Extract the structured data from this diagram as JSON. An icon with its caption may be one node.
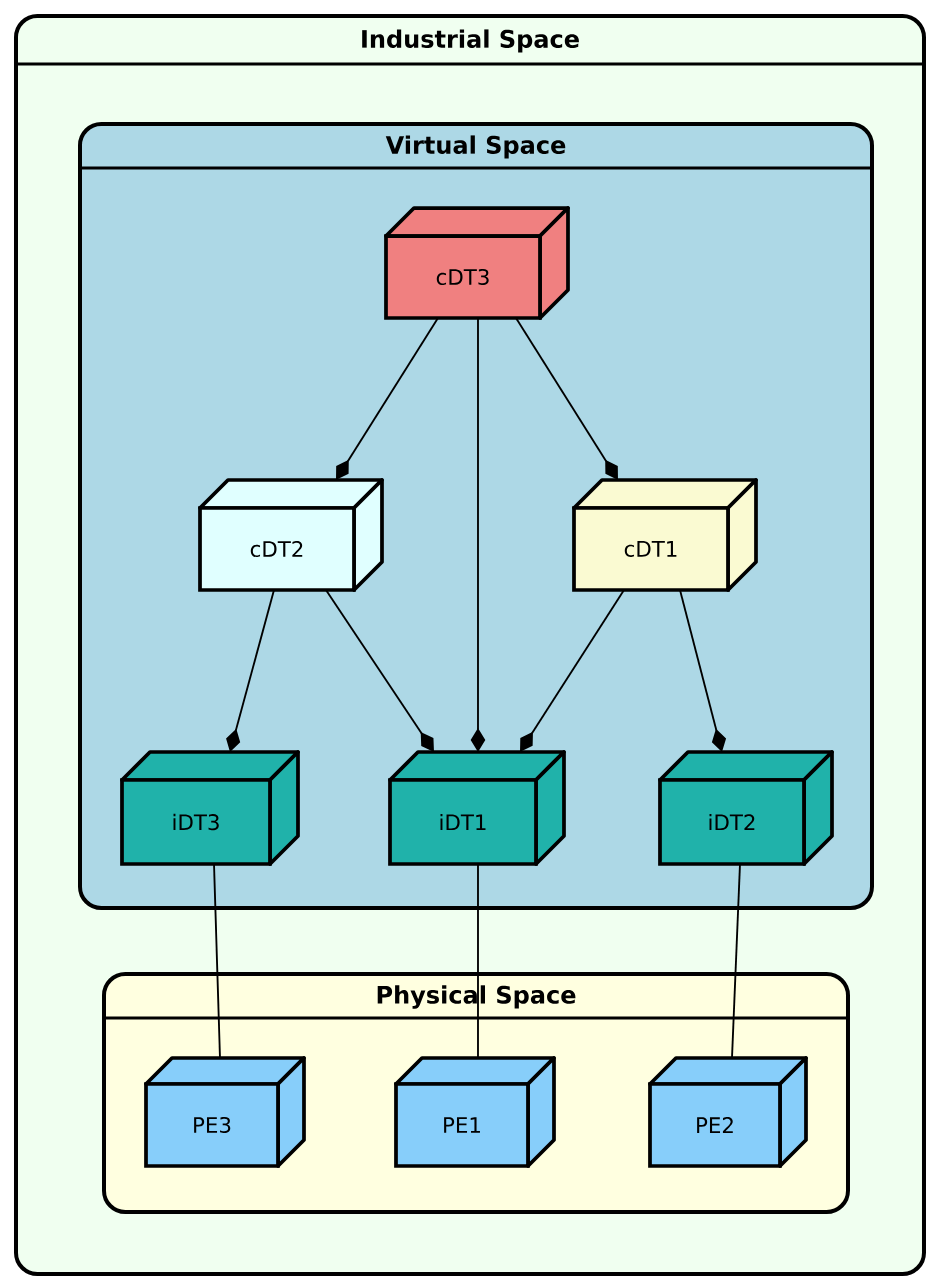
{
  "diagram": {
    "nodes": [
      {
        "text": [
          "Industrial Space"
        ]
      },
      {
        "text": [
          "Virtual Space"
        ],
        "in": 0
      },
      {
        "text": [
          "cDT3"
        ],
        "in": 1
      },
      {
        "text": [
          "cDT2"
        ],
        "in": 1
      },
      {
        "text": [
          "cDT1"
        ],
        "in": 1
      },
      {
        "text": [
          "iDT3"
        ],
        "in": 1
      },
      {
        "text": [
          "iDT1"
        ],
        "in": 1
      },
      {
        "text": [
          "iDT2"
        ],
        "in": 1
      },
      {
        "text": [
          "Physical Space"
        ],
        "in": 0
      },
      {
        "text": [
          "PE3"
        ],
        "in": 8
      },
      {
        "text": [
          "PE1"
        ],
        "in": 8
      },
      {
        "text": [
          "PE2"
        ],
        "in": 8
      }
    ],
    "edges": [
      {
        "from": 2,
        "to": 3,
        "arrow": "other"
      },
      {
        "from": 2,
        "to": 6,
        "arrow": "other"
      },
      {
        "from": 2,
        "to": 4,
        "arrow": "other"
      },
      {
        "from": 3,
        "to": 5,
        "arrow": "other"
      },
      {
        "from": 3,
        "to": 6,
        "arrow": "other"
      },
      {
        "from": 4,
        "to": 6,
        "arrow": "other"
      },
      {
        "from": 4,
        "to": 7,
        "arrow": "other"
      },
      {
        "from": 5,
        "to": 9,
        "arrow": "none"
      },
      {
        "from": 6,
        "to": 10,
        "arrow": "none"
      },
      {
        "from": 7,
        "to": 11,
        "arrow": "none"
      }
    ]
  }
}
